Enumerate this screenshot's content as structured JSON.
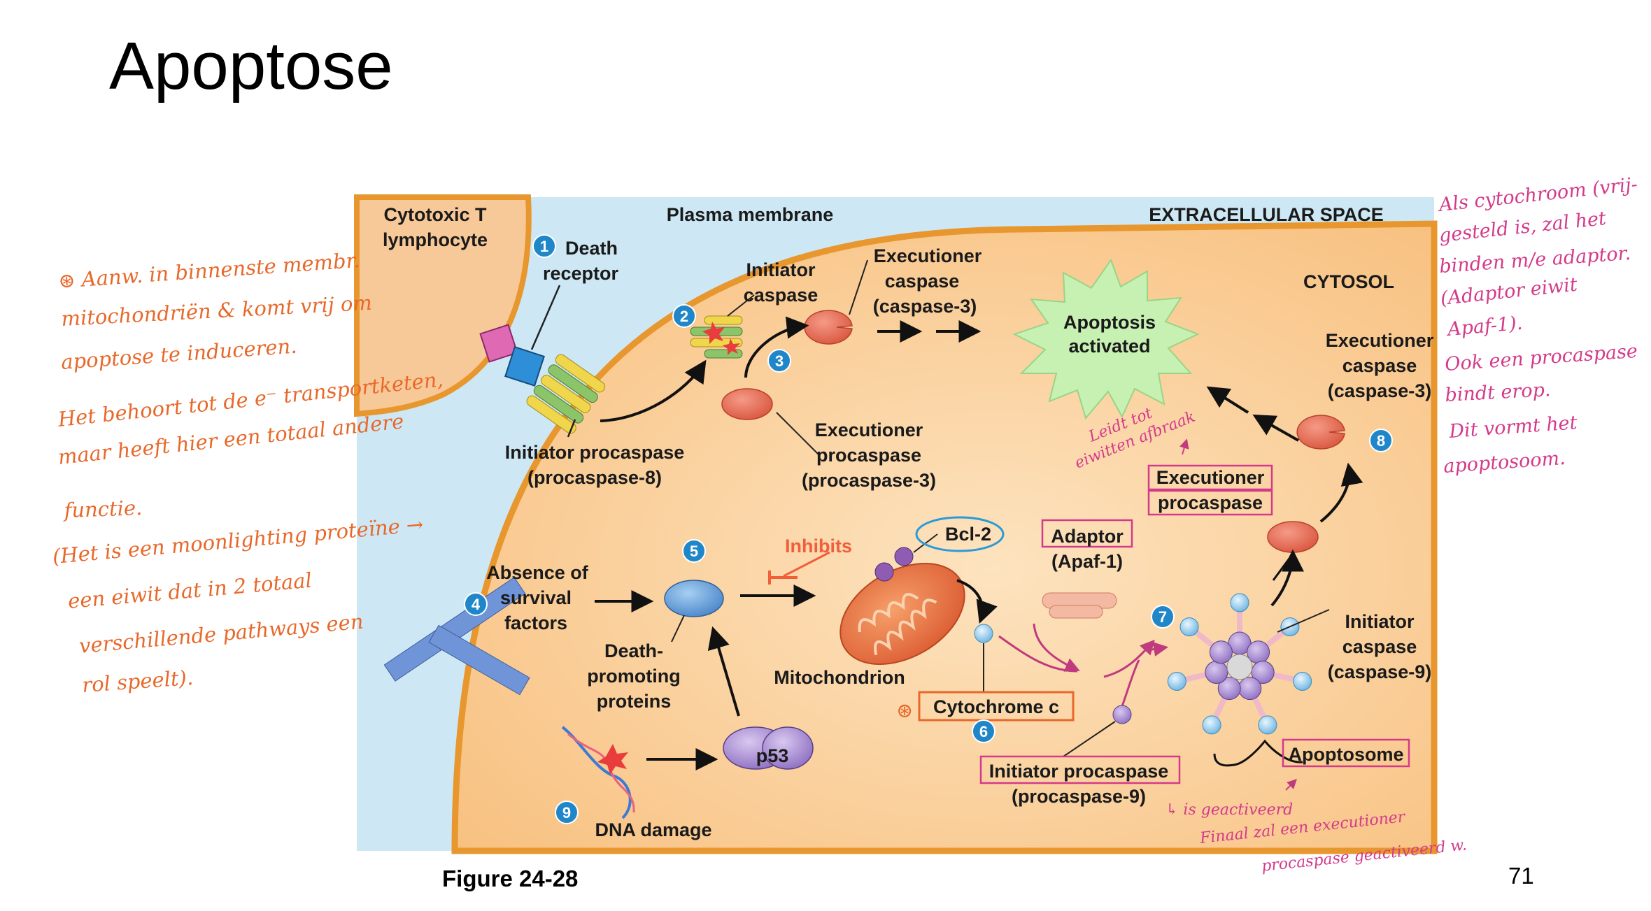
{
  "slide": {
    "title": "Apoptose",
    "caption": "Figure 24-28",
    "page_number": "71"
  },
  "colors": {
    "cytosol": "#f9c98f",
    "extracellular": "#cbe7f3",
    "membrane": "#e8962e",
    "annotation_orange": "#e8682a",
    "annotation_pink": "#d43a8a",
    "step_badge": "#1f87c9"
  },
  "regions": {
    "cytotoxic_t": [
      "Cytotoxic T",
      "lymphocyte"
    ],
    "plasma_membrane": "Plasma membrane",
    "extracellular": "EXTRACELLULAR SPACE",
    "cytosol": "CYTOSOL"
  },
  "steps": [
    "1",
    "2",
    "3",
    "4",
    "5",
    "6",
    "7",
    "8",
    "9"
  ],
  "labels": {
    "death_receptor": [
      "Death",
      "receptor"
    ],
    "initiator_caspase": [
      "Initiator",
      "caspase"
    ],
    "executioner_caspase_top": [
      "Executioner",
      "caspase",
      "(caspase-3)"
    ],
    "apoptosis_activated": [
      "Apoptosis",
      "activated"
    ],
    "initiator_procaspase_8": [
      "Initiator procaspase",
      "(procaspase-8)"
    ],
    "executioner_procaspase_3": [
      "Executioner",
      "procaspase",
      "(procaspase-3)"
    ],
    "executioner_caspase_right": [
      "Executioner",
      "caspase",
      "(caspase-3)"
    ],
    "executioner_procaspase_right": [
      "Executioner",
      "procaspase"
    ],
    "absence_survival": [
      "Absence of",
      "survival",
      "factors"
    ],
    "death_promoting": [
      "Death-",
      "promoting",
      "proteins"
    ],
    "inhibits": "Inhibits",
    "bcl2": "Bcl-2",
    "adaptor": [
      "Adaptor",
      "(Apaf-1)"
    ],
    "mitochondrion": "Mitochondrion",
    "cytochrome_c": "Cytochrome c",
    "initiator_caspase_9": [
      "Initiator",
      "caspase",
      "(caspase-9)"
    ],
    "initiator_procaspase_9": [
      "Initiator procaspase",
      "(procaspase-9)"
    ],
    "apoptosome": "Apoptosome",
    "p53": "p53",
    "dna_damage": "DNA damage"
  },
  "annotations": {
    "left": [
      "⊛ Aanw. in binnenste membr.",
      "mitochondriën & komt vrij om",
      "apoptose te induceren.",
      "Het behoort tot de e⁻ transportketen,",
      "maar heeft hier een totaal andere",
      "functie.",
      "(Het is een moonlighting proteïne →",
      "een eiwit dat in 2 totaal",
      "verschillende pathways een",
      "rol speelt)."
    ],
    "right": [
      "Als cytochroom (vrij-",
      "gesteld is, zal het",
      "binden m/e adaptor.",
      "(Adaptor eiwit",
      "Apaf-1).",
      "Ook een procaspase",
      "bindt erop.",
      "Dit vormt het",
      "apoptosoom."
    ],
    "leidt": [
      "Leidt tot",
      "eiwitten afbraak"
    ],
    "geactiveerd": "↳ is geactiveerd",
    "finaal": [
      "Finaal zal een executioner",
      "procaspase geactiveerd w."
    ],
    "asterisk": "⊛"
  }
}
